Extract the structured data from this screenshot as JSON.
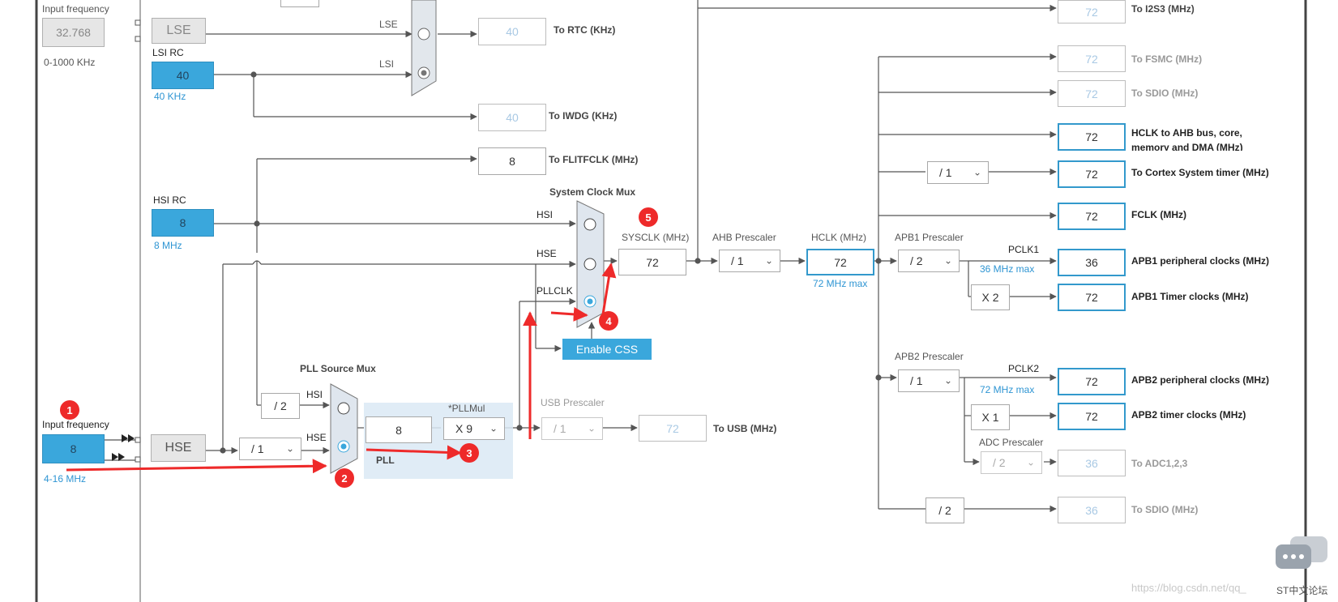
{
  "lse_block": {
    "input_freq_label": "Input frequency",
    "input_freq_value": "32.768",
    "range": "0-1000 KHz",
    "lse_label": "LSE",
    "lse_wire_label": "LSE",
    "lsi_rc_label": "LSI RC",
    "lsi_value": "40",
    "lsi_freq": "40 KHz",
    "lsi_wire_label": "LSI",
    "to_rtc_value": "40",
    "to_rtc_label": "To RTC (KHz)",
    "to_iwdg_value": "40",
    "to_iwdg_label": "To IWDG (KHz)"
  },
  "flitf": {
    "value": "8",
    "label": "To FLITFCLK (MHz)"
  },
  "hsi_block": {
    "label": "HSI RC",
    "value": "8",
    "freq": "8 MHz"
  },
  "hse_block": {
    "input_freq_label": "Input frequency",
    "input_value": "8",
    "range": "4-16 MHz",
    "hse_label": "HSE",
    "div_value": "/ 1"
  },
  "pll": {
    "source_mux_title": "PLL Source Mux",
    "hsi_div": "/ 2",
    "hsi_label": "HSI",
    "hse_label": "HSE",
    "pll_value": "8",
    "pll_label": "PLL",
    "mul_title": "*PLLMul",
    "mul_value": "X 9"
  },
  "usb": {
    "title": "USB Prescaler",
    "div_value": "/ 1",
    "value": "72",
    "label": "To USB (MHz)"
  },
  "sysclk_mux": {
    "title": "System Clock Mux",
    "hsi_label": "HSI",
    "hse_label": "HSE",
    "pllclk_label": "PLLCLK",
    "enable_css": "Enable CSS"
  },
  "sysclk": {
    "title": "SYSCLK (MHz)",
    "value": "72"
  },
  "ahb": {
    "title": "AHB Prescaler",
    "value": "/ 1"
  },
  "hclk": {
    "title": "HCLK (MHz)",
    "value": "72",
    "max": "72 MHz max"
  },
  "outputs_top": {
    "i2s3_value": "72",
    "i2s3_label": "To I2S3 (MHz)",
    "fsmc_value": "72",
    "fsmc_label": "To FSMC (MHz)",
    "sdio_value": "72",
    "sdio_label": "To SDIO (MHz)",
    "hclk_ahb_value": "72",
    "hclk_ahb_label_1": "HCLK to AHB bus, core,",
    "hclk_ahb_label_2": "memory and DMA (MHz)",
    "cortex_div": "/ 1",
    "cortex_value": "72",
    "cortex_label": "To Cortex System timer (MHz)",
    "fclk_value": "72",
    "fclk_label": "FCLK (MHz)"
  },
  "apb1": {
    "title": "APB1 Prescaler",
    "div_value": "/ 2",
    "pclk_label": "PCLK1",
    "max": "36 MHz max",
    "periph_value": "36",
    "periph_label": "APB1 peripheral clocks (MHz)",
    "timer_mul": "X 2",
    "timer_value": "72",
    "timer_label": "APB1 Timer clocks (MHz)"
  },
  "apb2": {
    "title": "APB2 Prescaler",
    "div_value": "/ 1",
    "pclk_label": "PCLK2",
    "max": "72 MHz max",
    "periph_value": "72",
    "periph_label": "APB2 peripheral clocks (MHz)",
    "timer_mul": "X 1",
    "timer_value": "72",
    "timer_label": "APB2 timer clocks (MHz)"
  },
  "adc": {
    "title": "ADC Prescaler",
    "div_value": "/ 2",
    "value": "36",
    "label": "To ADC1,2,3"
  },
  "sdio2": {
    "div_value": "/ 2",
    "value": "36",
    "label": "To SDIO (MHz)"
  },
  "markers": [
    "1",
    "2",
    "3",
    "4",
    "5"
  ],
  "watermark": {
    "url": "https://blog.csdn.net/qq_",
    "forum": "ST中文论坛"
  },
  "colors": {
    "accent": "#3aa7dc",
    "marker": "#ee2a2a",
    "highlight_border": "#3399cc"
  }
}
